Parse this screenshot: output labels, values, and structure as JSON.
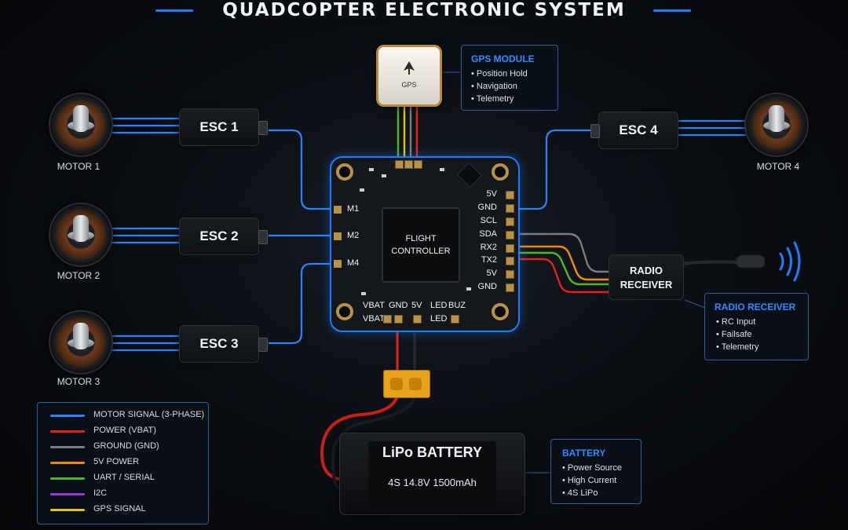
{
  "title": "QUADCOPTER ELECTRONIC SYSTEM",
  "colors": {
    "accent": "#1f7cff",
    "motor_signal": "#2f82ff",
    "power": "#e0241b",
    "ground": "#7a7d82",
    "five_v": "#f08a12",
    "uart": "#4fb52a",
    "i2c": "#9b38d6",
    "gps_signal": "#e3c21e"
  },
  "escs": [
    "ESC 1",
    "ESC 2",
    "ESC 3",
    "ESC 4"
  ],
  "motors": [
    "MOTOR 1",
    "MOTOR 2",
    "MOTOR 3",
    "MOTOR 4"
  ],
  "flight_controller": {
    "chip_label_1": "FLIGHT",
    "chip_label_2": "CONTROLLER",
    "motor_pins": [
      "M1",
      "M2",
      "M4"
    ],
    "right_pins": [
      "5V",
      "GND",
      "SCL",
      "SDA",
      "RX2",
      "TX2",
      "5V",
      "GND"
    ],
    "bottom_pins": [
      "VBAT",
      "GND",
      "5V",
      "LED",
      "BUZ"
    ],
    "bottom_pads": [
      "VBAT",
      "LED"
    ]
  },
  "gps": {
    "label": "GPS",
    "box_title": "GPS MODULE",
    "items": [
      "Position Hold",
      "Navigation",
      "Telemetry"
    ]
  },
  "radio": {
    "label_1": "RADIO",
    "label_2": "RECEIVER",
    "box_title": "RADIO RECEIVER",
    "items": [
      "RC Input",
      "Failsafe",
      "Telemetry"
    ]
  },
  "battery": {
    "name": "LiPo BATTERY",
    "spec": "4S 14.8V 1500mAh",
    "box_title": "BATTERY",
    "items": [
      "Power Source",
      "High Current",
      "4S LiPo"
    ]
  },
  "legend": [
    {
      "label": "MOTOR SIGNAL (3-PHASE)",
      "color": "#2f82ff"
    },
    {
      "label": "POWER (VBAT)",
      "color": "#e0241b"
    },
    {
      "label": "GROUND (GND)",
      "color": "#7a7d82"
    },
    {
      "label": "5V POWER",
      "color": "#f08a12"
    },
    {
      "label": "UART / SERIAL",
      "color": "#4fb52a"
    },
    {
      "label": "I2C",
      "color": "#9b38d6"
    },
    {
      "label": "GPS SIGNAL",
      "color": "#e3c21e"
    }
  ]
}
